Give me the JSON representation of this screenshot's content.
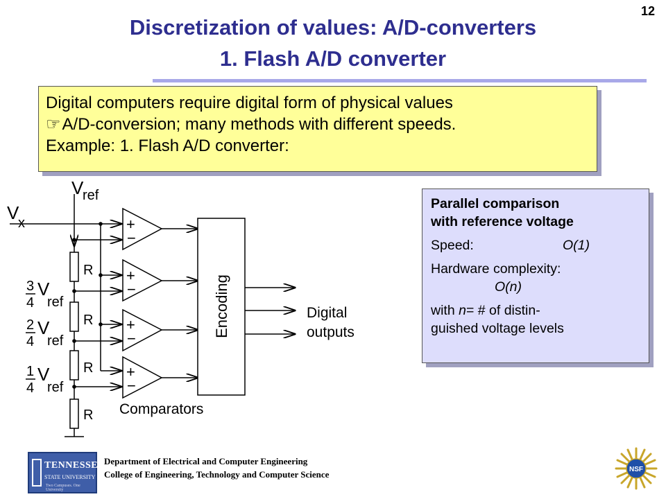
{
  "slide_number": "12",
  "title": {
    "line1": "Discretization of values: A/D-converters",
    "line2": "1. Flash A/D converter"
  },
  "intro_box": {
    "line1": "Digital computers require digital form of physical values",
    "pointer_glyph": "☞",
    "line2": "A/D-conversion; many methods with different speeds.",
    "line3": "Example:  1. Flash A/D converter:"
  },
  "info_box": {
    "heading1": "Parallel comparison",
    "heading2": "with reference voltage",
    "speed_label": "Speed:",
    "speed_value": "O(1)",
    "hw_label": "Hardware complexity:",
    "hw_value": "O(n)",
    "note_prefix": "with ",
    "note_n": "n",
    "note_rest": "= # of distin-",
    "note_line2": "guished voltage levels"
  },
  "diagram": {
    "vref_label": "V",
    "vref_sub": "ref",
    "vx_label": "V",
    "vx_sub": "x",
    "resistor_label": "R",
    "tap1_num": "3",
    "tap2_num": "2",
    "tap3_num": "1",
    "tap_den": "4",
    "tap_v": "V",
    "tap_sub": "ref",
    "plus": "+",
    "minus": "−",
    "encoder_label": "Encoding",
    "outputs_line1": "Digital",
    "outputs_line2": "outputs",
    "comparators_label": "Comparators"
  },
  "footer": {
    "dept_line1": "Department of Electrical and Computer Engineering",
    "dept_line2": "College of Engineering, Technology and Computer Science",
    "logo_name": "TENNESSEE",
    "logo_sub": "STATE UNIVERSITY",
    "logo_tag": "Two Campuses. One University",
    "nsf_text": "NSF"
  },
  "colors": {
    "title": "#2e2e8f",
    "note_bg": "#ffff99",
    "info_bg": "#ddddfc",
    "logo_bg": "#3f5ea8"
  }
}
